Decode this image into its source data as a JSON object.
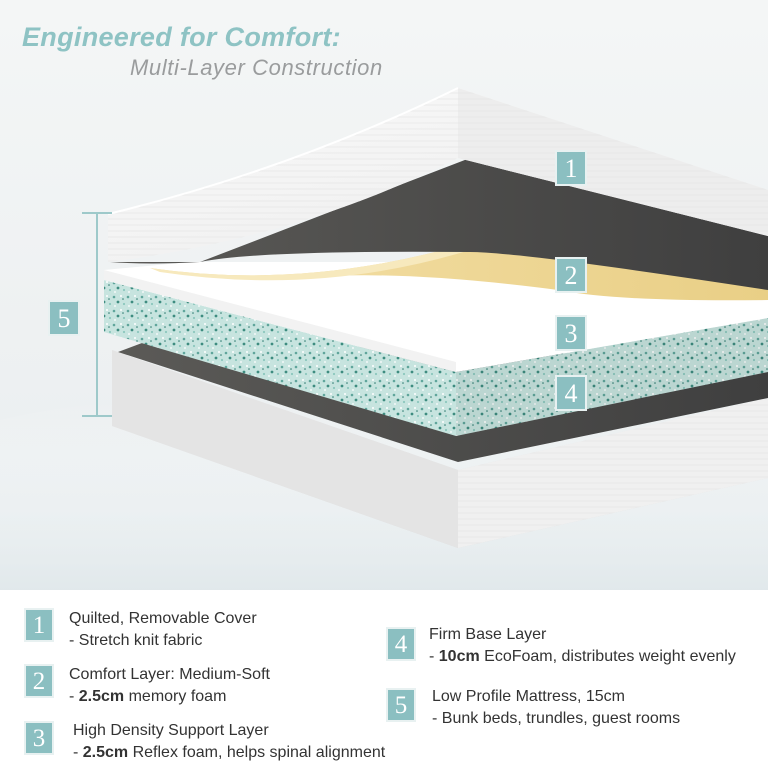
{
  "header": {
    "title": "Engineered for Comfort:",
    "subtitle": "Multi-Layer Construction"
  },
  "diagram": {
    "markers": [
      "1",
      "2",
      "3",
      "4"
    ],
    "height_marker": "5"
  },
  "legend": [
    {
      "number": "1",
      "title": "Quilted, Removable Cover",
      "detail_bold": "",
      "detail": "- Stretch knit fabric"
    },
    {
      "number": "2",
      "title": "Comfort Layer: Medium-Soft",
      "detail_bold": "2.5cm",
      "detail": " memory foam"
    },
    {
      "number": "3",
      "title": "High Density Support Layer",
      "detail_bold": "2.5cm",
      "detail": " Reflex foam, helps spinal alignment"
    },
    {
      "number": "4",
      "title": "Firm Base Layer",
      "detail_bold": "10cm",
      "detail": " EcoFoam, distributes weight evenly"
    },
    {
      "number": "5",
      "title": "Low Profile Mattress, 15cm",
      "detail_bold": "",
      "detail": "- Bunk beds, trundles, guest rooms"
    }
  ],
  "colors": {
    "accent": "#8bbfc1",
    "title": "#8ec3c4",
    "memory_foam": "#f2dca0",
    "reflex_foam": "#b9dcd6",
    "inner_cover": "#4c4c4c"
  }
}
